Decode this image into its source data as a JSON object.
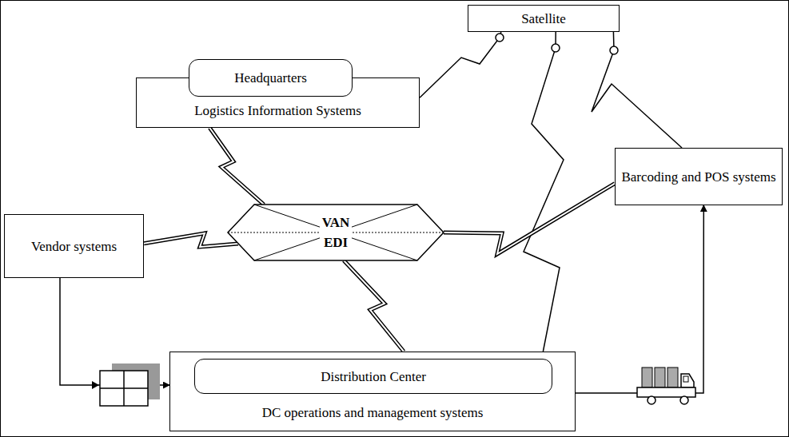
{
  "diagram": {
    "nodes": [
      {
        "text": [
          "Satellite"
        ]
      },
      {
        "text": [
          "Logistics Information Systems"
        ]
      },
      {
        "text": [
          "Headquarters"
        ],
        "in": 1
      },
      {
        "text": [
          "Barcoding and POS systems"
        ]
      },
      {
        "text": [
          "VAN EDI"
        ]
      },
      {
        "text": [
          "Vendor systems"
        ]
      },
      {
        "text": [
          "DC operations and management systems"
        ]
      },
      {
        "text": [
          "Distribution Center"
        ],
        "in": 6
      }
    ],
    "edges": [
      {
        "from": 0,
        "to": 1,
        "arrow": "none"
      },
      {
        "from": 0,
        "to": 6,
        "arrow": "none"
      },
      {
        "from": 0,
        "to": 3,
        "arrow": "none"
      },
      {
        "from": 1,
        "to": 4,
        "arrow": "none"
      },
      {
        "from": 3,
        "to": 4,
        "arrow": "none"
      },
      {
        "from": 4,
        "to": 5,
        "arrow": "none"
      },
      {
        "from": 4,
        "to": 6,
        "arrow": "none"
      },
      {
        "from": 5,
        "to": 6,
        "arrow": "to"
      },
      {
        "from": 6,
        "to": 3,
        "arrow": "to"
      }
    ]
  }
}
